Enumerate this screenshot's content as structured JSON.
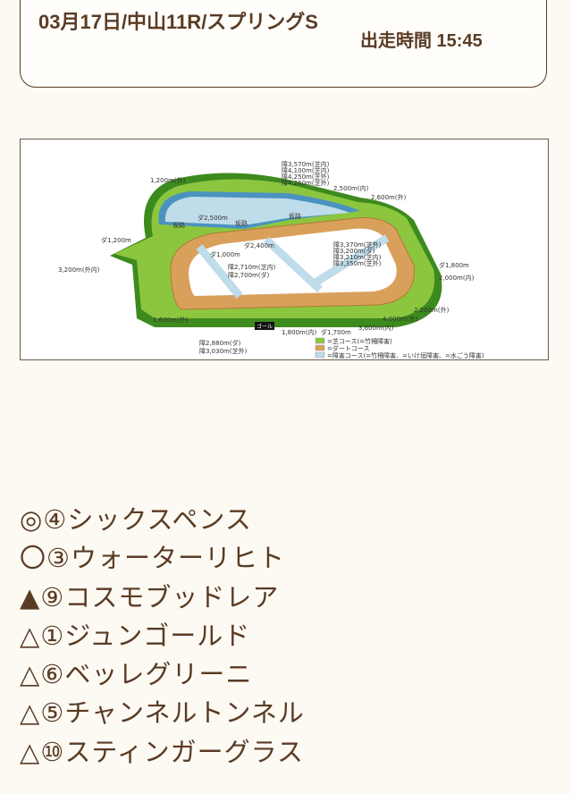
{
  "header": {
    "title": "03月17日/中山11R/スプリングS",
    "start_time": "出走時間 15:45"
  },
  "course_map": {
    "labels": [
      "1,200m(外)",
      "障3,570m(芝内)",
      "障4,100m(芝内)",
      "障4,250m(芝外)",
      "障4,260m(芝外)",
      "2,500m(内)",
      "2,600m(外)",
      "坂路",
      "坂路",
      "坂路",
      "ダ2,500m",
      "ダ1,200m",
      "ダ2,400m",
      "ダ1,000m",
      "障2,710m(芝内)",
      "障2,700m(ダ)",
      "3,200m(外内)",
      "障3,370m(芝外)",
      "障3,200m(ダ)",
      "障3,210m(芝内)",
      "障3,350m(芝外)",
      "ダ1,800m",
      "2,000m(内)",
      "2,200m(外)",
      "4,000m(外)",
      "3,600m(内)",
      "1,600m(外)",
      "1,800m(内)",
      "ダ1,700m",
      "障2,880m(ダ)",
      "障3,030m(芝外)",
      "ゴール"
    ],
    "legend": [
      "=芝コース(=竹柵障害)",
      "=ダートコース",
      "=障害コース(=竹柵障害、=いけ垣障害、=水ごう障害)"
    ],
    "colors": {
      "turf": "#8cc63f",
      "turf_dark": "#3d8a1e",
      "dirt": "#d9a05b",
      "hurdle": "#bfdcea",
      "hurdle_dark": "#4a93c0"
    }
  },
  "predictions": [
    {
      "mark": "◎",
      "number": "④",
      "horse": "シックスペンス"
    },
    {
      "mark": "〇",
      "number": "③",
      "horse": "ウォーターリヒト"
    },
    {
      "mark": "▲",
      "number": "⑨",
      "horse": "コスモブッドレア"
    },
    {
      "mark": "△",
      "number": "①",
      "horse": "ジュンゴールド"
    },
    {
      "mark": "△",
      "number": "⑥",
      "horse": "ベッレグリーニ"
    },
    {
      "mark": "△",
      "number": "⑤",
      "horse": "チャンネルトンネル"
    },
    {
      "mark": "△",
      "number": "⑩",
      "horse": "スティンガーグラス"
    }
  ]
}
